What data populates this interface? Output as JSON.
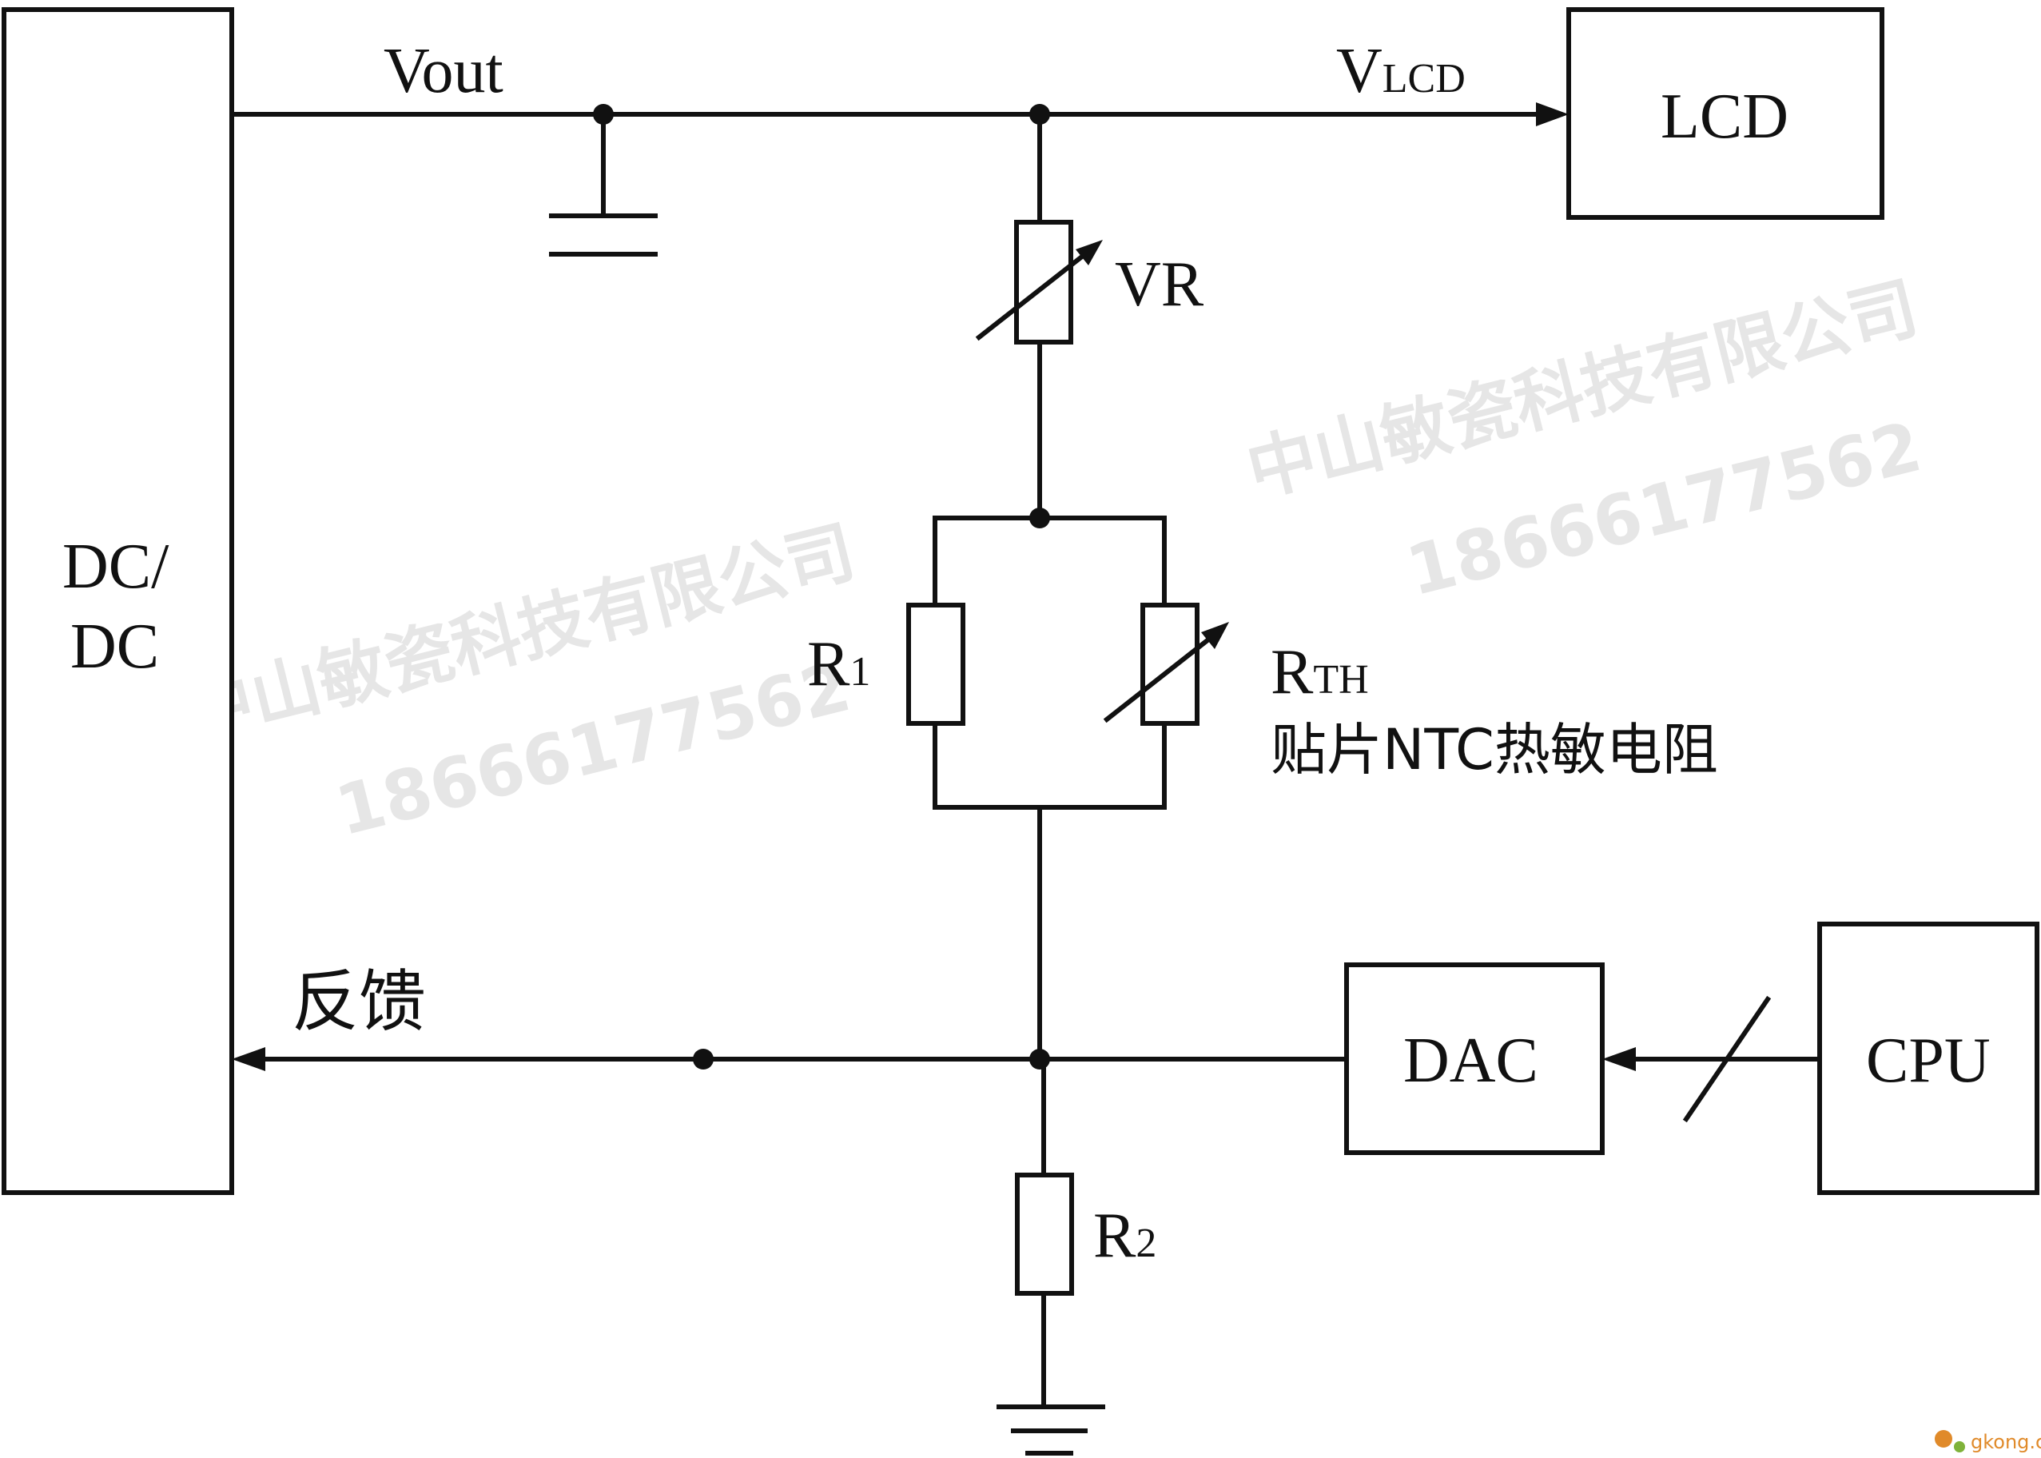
{
  "blocks": {
    "dcdc_line1": "DC/",
    "dcdc_line2": "DC",
    "lcd": "LCD",
    "dac": "DAC",
    "cpu": "CPU"
  },
  "labels": {
    "vout": "Vout",
    "vlcd_main": "V",
    "vlcd_sub": "LCD",
    "vr": "VR",
    "r1_main": "R",
    "r1_sub": "1",
    "rth_main": "R",
    "rth_sub": "TH",
    "rth_desc": "贴片NTC热敏电阻",
    "r2_main": "R",
    "r2_sub": "2",
    "feedback": "反馈"
  },
  "watermarks": {
    "company": "中山敏瓷科技有限公司",
    "phone": "18666177562",
    "site_logo": "gkong.com"
  },
  "colors": {
    "line": "#111111",
    "watermark": "#c9c9c9",
    "logo": "#e08a2a"
  }
}
